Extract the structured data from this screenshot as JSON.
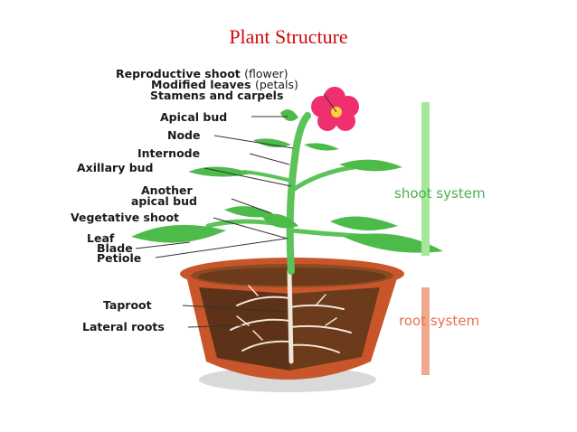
{
  "title": "Plant Structure",
  "labels": {
    "reproductive_shoot": "Reproductive shoot",
    "flower": "(flower)",
    "modified_leaves": "Modified leaves",
    "petals": "(petals)",
    "stamens_carpels": "Stamens and carpels",
    "apical_bud": "Apical bud",
    "node": "Node",
    "internode": "Internode",
    "axillary_bud": "Axillary bud",
    "another": "Another",
    "apical_bud_2": "apical bud",
    "vegetative_shoot": "Vegetative shoot",
    "leaf": "Leaf",
    "blade": "Blade",
    "petiole": "Petiole",
    "taproot": "Taproot",
    "lateral_roots": "Lateral roots"
  },
  "systems": {
    "shoot": "shoot system",
    "root": "root system"
  },
  "colors": {
    "title": "#d10a0a",
    "shoot": "#4caf50",
    "shoot_bar": "#a5e89a",
    "root": "#e3714c",
    "root_bar": "#f0a98e",
    "stem": "#5cc25a",
    "leaf": "#4cbb4a",
    "flower": "#f0306e",
    "pot": "#c9562a",
    "soil": "#6b3b1c",
    "roots": "#f2e6d8"
  }
}
